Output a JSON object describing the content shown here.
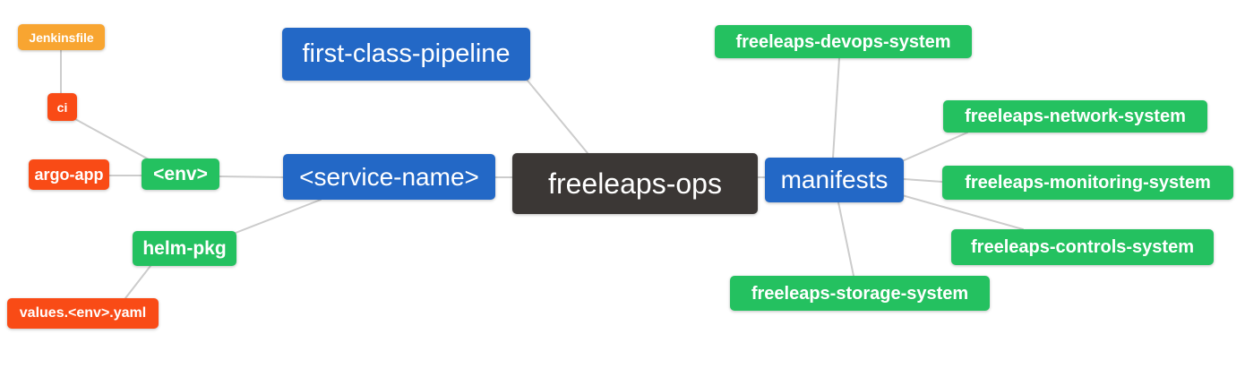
{
  "diagram": {
    "nodes": [
      {
        "id": "jenkinsfile",
        "label": "Jenkinsfile",
        "color": "orange"
      },
      {
        "id": "ci",
        "label": "ci",
        "color": "red"
      },
      {
        "id": "argo-app",
        "label": "argo-app",
        "color": "red"
      },
      {
        "id": "env",
        "label": "<env>",
        "color": "green"
      },
      {
        "id": "helm-pkg",
        "label": "helm-pkg",
        "color": "green"
      },
      {
        "id": "values-env-yaml",
        "label": "values.<env>.yaml",
        "color": "red"
      },
      {
        "id": "first-class-pipeline",
        "label": "first-class-pipeline",
        "color": "blue"
      },
      {
        "id": "service-name",
        "label": "<service-name>",
        "color": "blue"
      },
      {
        "id": "freeleaps-ops",
        "label": "freeleaps-ops",
        "color": "dark"
      },
      {
        "id": "manifests",
        "label": "manifests",
        "color": "blue"
      },
      {
        "id": "freeleaps-devops-system",
        "label": "freeleaps-devops-system",
        "color": "green"
      },
      {
        "id": "freeleaps-network-system",
        "label": "freeleaps-network-system",
        "color": "green"
      },
      {
        "id": "freeleaps-monitoring-system",
        "label": "freeleaps-monitoring-system",
        "color": "green"
      },
      {
        "id": "freeleaps-controls-system",
        "label": "freeleaps-controls-system",
        "color": "green"
      },
      {
        "id": "freeleaps-storage-system",
        "label": "freeleaps-storage-system",
        "color": "green"
      }
    ],
    "edges": [
      {
        "from": "jenkinsfile",
        "to": "ci"
      },
      {
        "from": "ci",
        "to": "env"
      },
      {
        "from": "argo-app",
        "to": "env"
      },
      {
        "from": "env",
        "to": "service-name"
      },
      {
        "from": "helm-pkg",
        "to": "service-name"
      },
      {
        "from": "values-env-yaml",
        "to": "helm-pkg"
      },
      {
        "from": "first-class-pipeline",
        "to": "freeleaps-ops"
      },
      {
        "from": "service-name",
        "to": "freeleaps-ops"
      },
      {
        "from": "freeleaps-ops",
        "to": "manifests"
      },
      {
        "from": "manifests",
        "to": "freeleaps-devops-system"
      },
      {
        "from": "manifests",
        "to": "freeleaps-network-system"
      },
      {
        "from": "manifests",
        "to": "freeleaps-monitoring-system"
      },
      {
        "from": "manifests",
        "to": "freeleaps-controls-system"
      },
      {
        "from": "manifests",
        "to": "freeleaps-storage-system"
      }
    ]
  },
  "colors": {
    "orange": "#f8a531",
    "red": "#f94b16",
    "green": "#24c160",
    "blue": "#2368c6",
    "dark": "#3b3735",
    "edge": "#cccccc",
    "label_text": "#ffffff",
    "background": "#ffffff"
  }
}
